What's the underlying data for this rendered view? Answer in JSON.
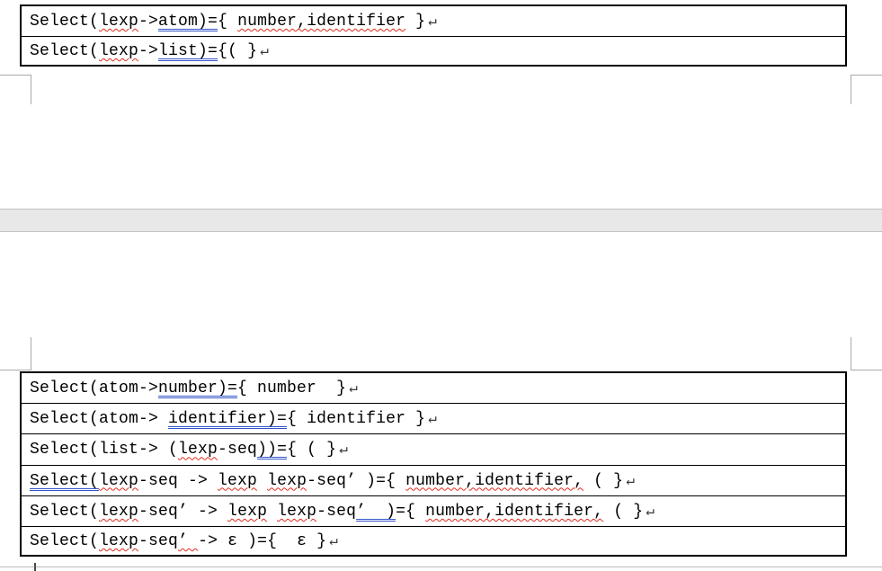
{
  "page": {
    "line_break_mark": "↵",
    "accent_blue": "#3355c9",
    "accent_red": "#e02b1e",
    "separator_color": "#e8e8e8",
    "boundary_color": "#a9a9a9"
  },
  "top_table": {
    "rows": [
      {
        "segments": [
          {
            "t": "Select(",
            "u": "none"
          },
          {
            "t": "lexp",
            "u": "red"
          },
          {
            "t": "->",
            "u": "none"
          },
          {
            "t": "atom)=",
            "u": "blue"
          },
          {
            "t": "{ ",
            "u": "none"
          },
          {
            "t": "number,identifier",
            "u": "red"
          },
          {
            "t": " }",
            "u": "none"
          }
        ]
      },
      {
        "segments": [
          {
            "t": "Select(",
            "u": "none"
          },
          {
            "t": "lexp",
            "u": "red"
          },
          {
            "t": "->",
            "u": "none"
          },
          {
            "t": "list)=",
            "u": "blue"
          },
          {
            "t": "{( }",
            "u": "none"
          }
        ]
      }
    ]
  },
  "bottom_table": {
    "rows": [
      {
        "segments": [
          {
            "t": "Select(atom->",
            "u": "none"
          },
          {
            "t": "number)=",
            "u": "blue"
          },
          {
            "t": "{ number  }",
            "u": "none"
          }
        ]
      },
      {
        "segments": [
          {
            "t": "Select(atom-> ",
            "u": "none"
          },
          {
            "t": "identifier)=",
            "u": "blue"
          },
          {
            "t": "{ identifier }",
            "u": "none"
          }
        ]
      },
      {
        "segments": [
          {
            "t": "Select(list-> (",
            "u": "none"
          },
          {
            "t": "lexp",
            "u": "red"
          },
          {
            "t": "-seq",
            "u": "none"
          },
          {
            "t": "))=",
            "u": "blue"
          },
          {
            "t": "{ ( }",
            "u": "none"
          }
        ]
      },
      {
        "segments": [
          {
            "t": "Select(",
            "u": "blue"
          },
          {
            "t": "lexp",
            "u": "red"
          },
          {
            "t": "-seq -> ",
            "u": "none"
          },
          {
            "t": "lexp",
            "u": "red"
          },
          {
            "t": " ",
            "u": "none"
          },
          {
            "t": "lexp",
            "u": "red"
          },
          {
            "t": "-seq’ )={ ",
            "u": "none"
          },
          {
            "t": "number,identifier,",
            "u": "red"
          },
          {
            "t": " ( }",
            "u": "none"
          }
        ]
      },
      {
        "segments": [
          {
            "t": "Select(",
            "u": "none"
          },
          {
            "t": "lexp",
            "u": "red"
          },
          {
            "t": "-seq’ -> ",
            "u": "none"
          },
          {
            "t": "lexp",
            "u": "red"
          },
          {
            "t": " ",
            "u": "none"
          },
          {
            "t": "lexp",
            "u": "red"
          },
          {
            "t": "-seq",
            "u": "none"
          },
          {
            "t": "’  )",
            "u": "blue"
          },
          {
            "t": "={ ",
            "u": "none"
          },
          {
            "t": "number,identifier,",
            "u": "red"
          },
          {
            "t": " ( }",
            "u": "none"
          }
        ]
      },
      {
        "segments": [
          {
            "t": "Select(",
            "u": "none"
          },
          {
            "t": "lexp",
            "u": "red"
          },
          {
            "t": "-seq",
            "u": "none"
          },
          {
            "t": "’ ",
            "u": "red"
          },
          {
            "t": "-> ε )={  ε }",
            "u": "none"
          }
        ]
      }
    ]
  }
}
